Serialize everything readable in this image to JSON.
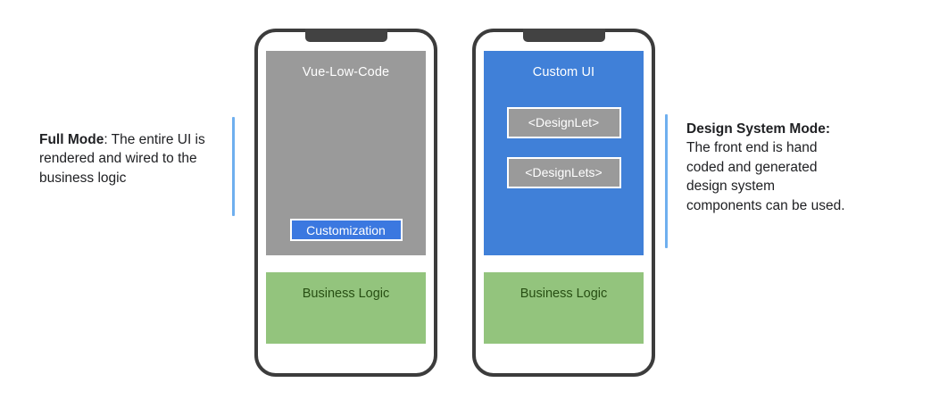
{
  "annotations": {
    "left": {
      "lead": "Full Mode",
      "body": ": The entire UI is rendered and wired to the business logic"
    },
    "right": {
      "lead": "Design System Mode:",
      "body": " The front end is hand coded and generated design system components can be used."
    }
  },
  "phones": {
    "left": {
      "panel_title": "Vue-Low-Code",
      "customization_button": "Customization",
      "business_logic_label": "Business Logic"
    },
    "right": {
      "panel_title": "Custom UI",
      "components": [
        "<DesignLet>",
        "<DesignLets>"
      ],
      "business_logic_label": "Business Logic"
    }
  },
  "colors": {
    "accent_blue": "#6FAFEF",
    "panel_blue": "#4080D8",
    "panel_gray": "#9A9A9A",
    "logic_green": "#93C47D",
    "logic_green_text": "#274E13",
    "button_blue": "#3B78E0",
    "frame_dark": "#3C3C3C",
    "notch_dark": "#424242",
    "background": "#FFFFFF"
  }
}
